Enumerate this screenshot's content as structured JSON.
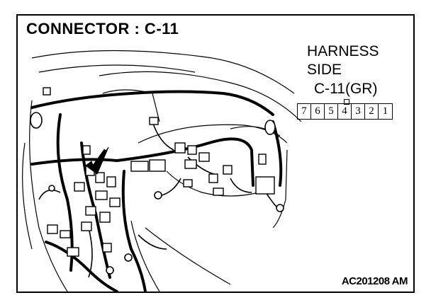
{
  "title": "CONNECTOR : C-11",
  "harness_label_line1": "HARNESS",
  "harness_label_line2": "SIDE",
  "connector_name": "C-11(GR)",
  "pins": [
    "7",
    "6",
    "5",
    "4",
    "3",
    "2",
    "1"
  ],
  "figure_code": "AC201208 AM"
}
